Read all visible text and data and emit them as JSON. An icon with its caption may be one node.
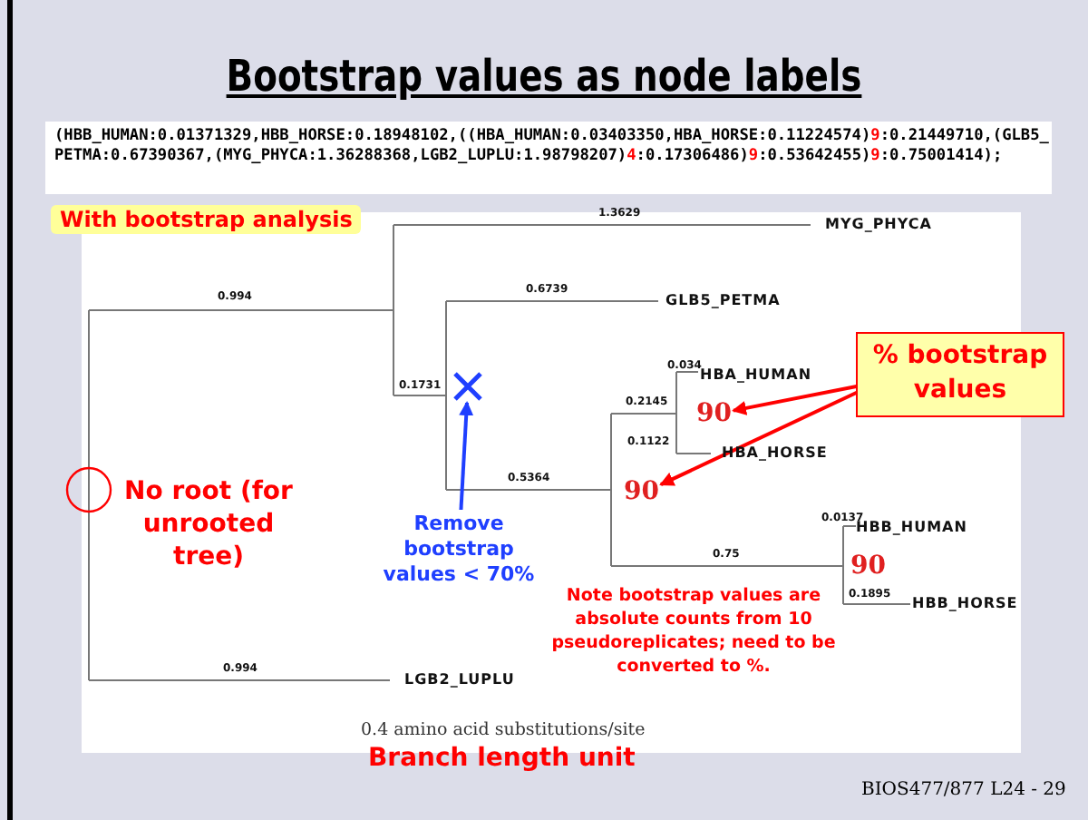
{
  "diagram": {
    "title": "Bootstrap values as node labels",
    "nodes": [
      {
        "text": [
          "% bootstrap values"
        ]
      },
      {
        "text": [
          "90"
        ]
      },
      {
        "text": [
          "90"
        ]
      },
      {
        "text": [
          "Remove bootstrap values < 70%"
        ]
      },
      {
        "text": [],
        "shape": "cross"
      }
    ],
    "edges": [
      {
        "from": 0,
        "to": 1,
        "arrow": "to"
      },
      {
        "from": 0,
        "to": 2,
        "arrow": "to"
      },
      {
        "from": 3,
        "to": 4,
        "arrow": "to",
        "color": "#1f3fff"
      }
    ],
    "labels": [
      "With bootstrap analysis",
      "(HBB_HUMAN:0.01371329,HBB_HORSE:0.18948102,((HBA_HUMAN:0.03403350,HBA_HORSE:0.11224574)9:0.21449710,(GLB5_PETMA:0.67390367,(MYG_PHYCA:1.36288368,LGB2_LUPLU:1.98798207)4:0.17306486)9:0.53642455)9:0.75001414);",
      "1.3629",
      "MYG_PHYCA",
      "0.994",
      "0.6739",
      "GLB5_PETMA",
      "0.034",
      "HBA_HUMAN",
      "0.2145",
      "0.1731",
      "0.1122",
      "HBA_HORSE",
      "0.5364",
      "No root (for unrooted tree)",
      "0.0137",
      "HBB_HUMAN",
      "90",
      "0.75",
      "Note bootstrap values are absolute counts from 10 pseudoreplicates; need to be converted to %.",
      "0.1895",
      "HBB_HORSE",
      "0.994",
      "LGB2_LUPLU",
      "0.4 amino acid substitutions/site",
      "Branch length unit",
      "BIOS477/877 L24 - 29"
    ]
  }
}
